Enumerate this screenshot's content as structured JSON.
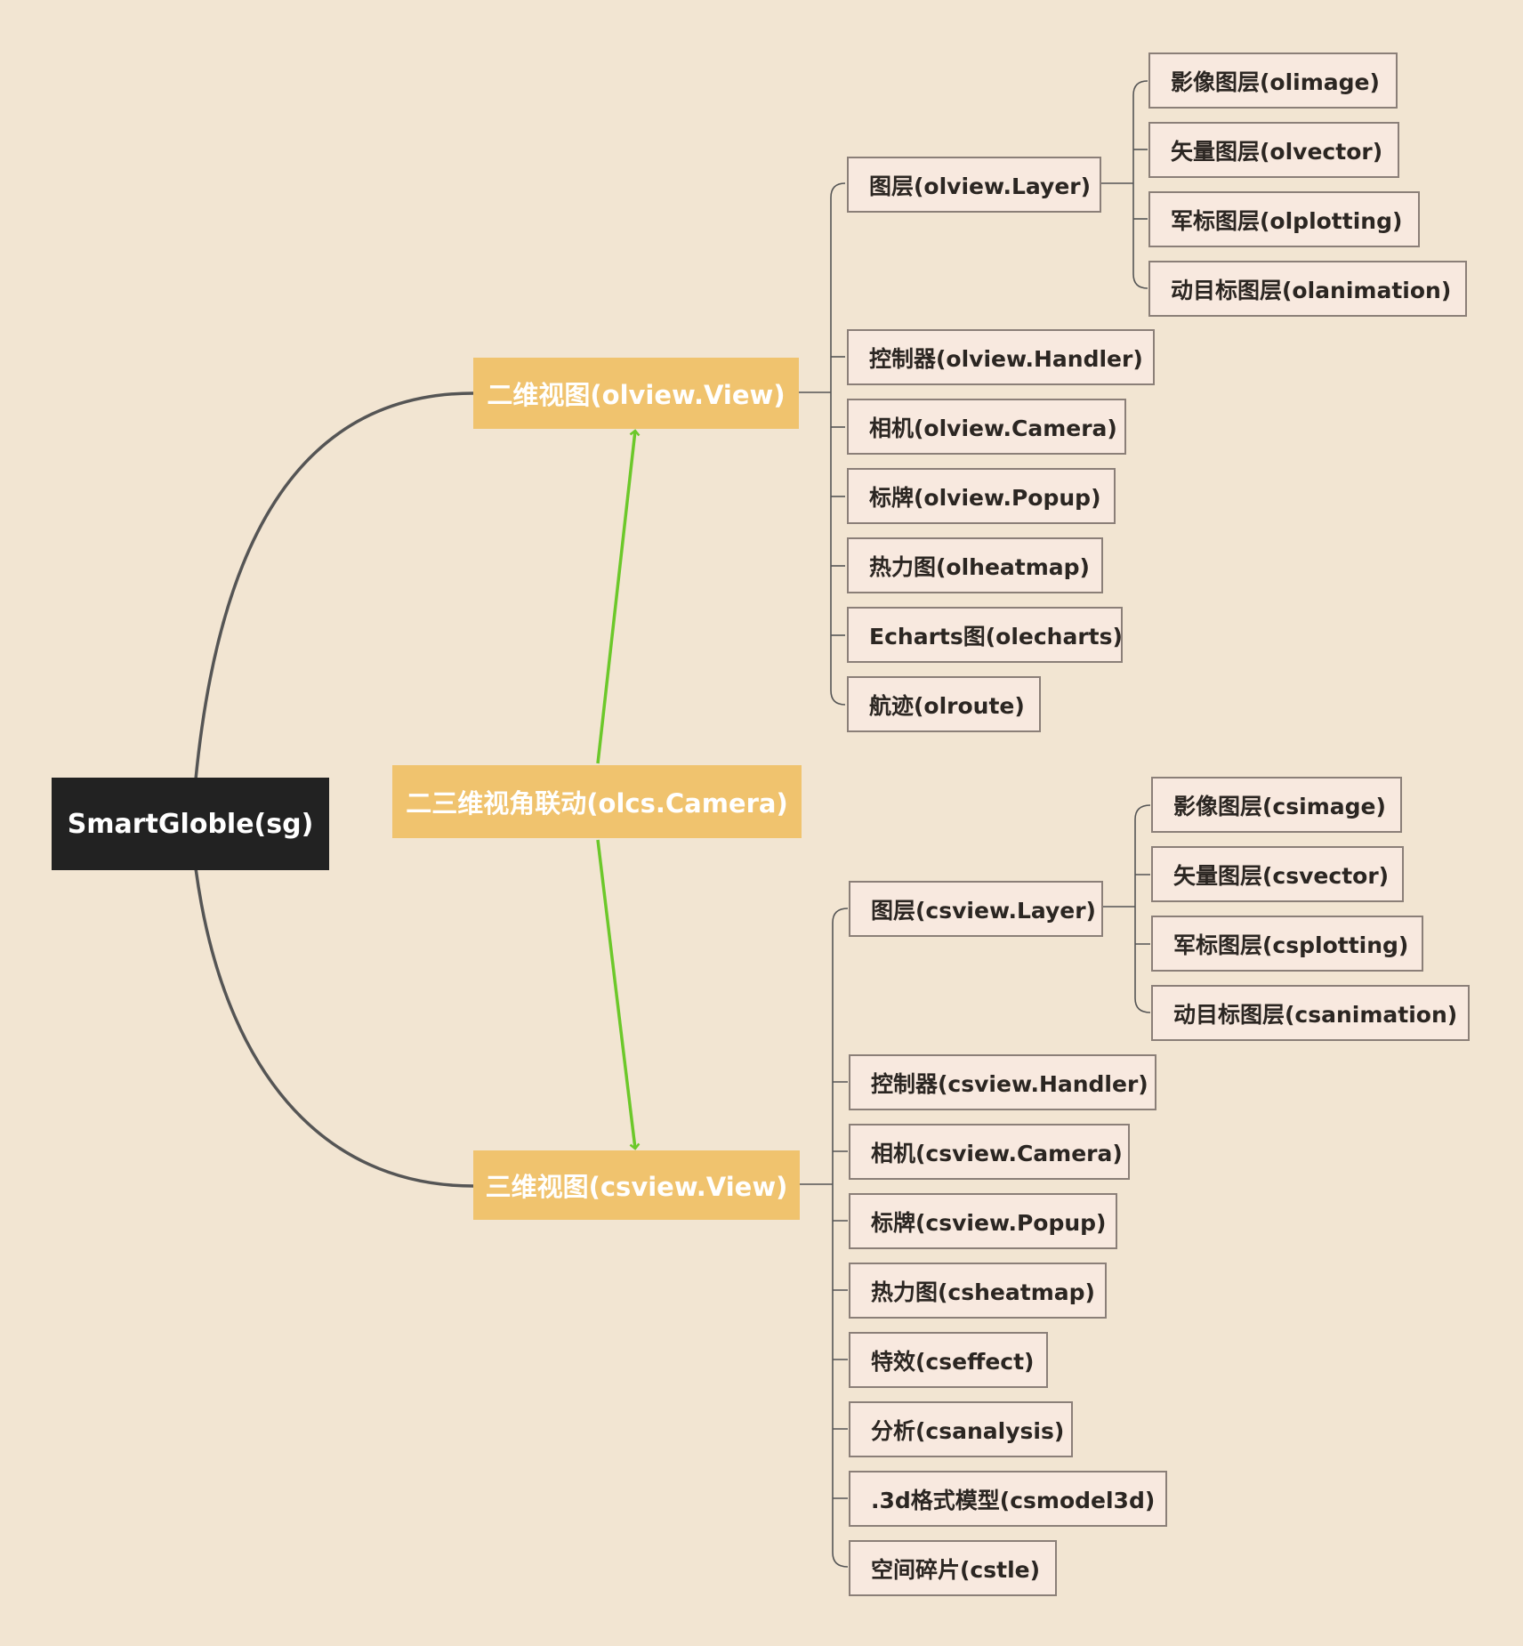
{
  "root": {
    "label": "SmartGloble(sg)"
  },
  "view2d": {
    "label": "二维视图(olview.View)",
    "items": {
      "layer": {
        "label": "图层(olview.Layer)",
        "children": [
          "影像图层(olimage)",
          "矢量图层(olvector)",
          "军标图层(olplotting)",
          "动目标图层(olanimation)"
        ]
      },
      "handler": "控制器(olview.Handler)",
      "camera": "相机(olview.Camera)",
      "popup": "标牌(olview.Popup)",
      "heatmap": "热力图(olheatmap)",
      "echarts": "Echarts图(olecharts)",
      "route": "航迹(olroute)"
    }
  },
  "sync": {
    "label": "二三维视角联动(olcs.Camera)"
  },
  "view3d": {
    "label": "三维视图(csview.View)",
    "items": {
      "layer": {
        "label": "图层(csview.Layer)",
        "children": [
          "影像图层(csimage)",
          "矢量图层(csvector)",
          "军标图层(csplotting)",
          "动目标图层(csanimation)"
        ]
      },
      "handler": "控制器(csview.Handler)",
      "camera": "相机(csview.Camera)",
      "popup": "标牌(csview.Popup)",
      "heatmap": "热力图(csheatmap)",
      "effect": "特效(cseffect)",
      "analysis": "分析(csanalysis)",
      "model3d": ".3d格式模型(csmodel3d)",
      "tile": "空间碎片(cstle)"
    }
  },
  "colors": {
    "background": "#f2e5d2",
    "root": "#222222",
    "main": "#f0c36e",
    "leaf_fill": "#f8e9df",
    "leaf_border": "#8b7f78",
    "sync_arrow": "#6cc82a",
    "connector": "#555555"
  }
}
